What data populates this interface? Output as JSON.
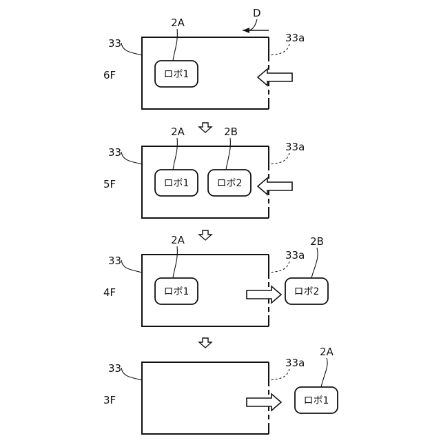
{
  "direction_label": "D",
  "panels": [
    {
      "floor": "6F",
      "car_ref": "33",
      "door_ref": "33a",
      "robots_inside": [
        {
          "ref": "2A",
          "label": "ロボ1"
        }
      ],
      "robot_outside": null,
      "arrow": "entering"
    },
    {
      "floor": "5F",
      "car_ref": "33",
      "door_ref": "33a",
      "robots_inside": [
        {
          "ref": "2A",
          "label": "ロボ1"
        },
        {
          "ref": "2B",
          "label": "ロボ2"
        }
      ],
      "robot_outside": null,
      "arrow": "entering"
    },
    {
      "floor": "4F",
      "car_ref": "33",
      "door_ref": "33a",
      "robots_inside": [
        {
          "ref": "2A",
          "label": "ロボ1"
        }
      ],
      "robot_outside": {
        "ref": "2B",
        "label": "ロボ2"
      },
      "arrow": "exiting"
    },
    {
      "floor": "3F",
      "car_ref": "33",
      "door_ref": "33a",
      "robots_inside": [],
      "robot_outside": {
        "ref": "2A",
        "label": "ロボ1"
      },
      "arrow": "exiting"
    }
  ],
  "colors": {
    "line": "#111111",
    "fill": "#ffffff"
  }
}
